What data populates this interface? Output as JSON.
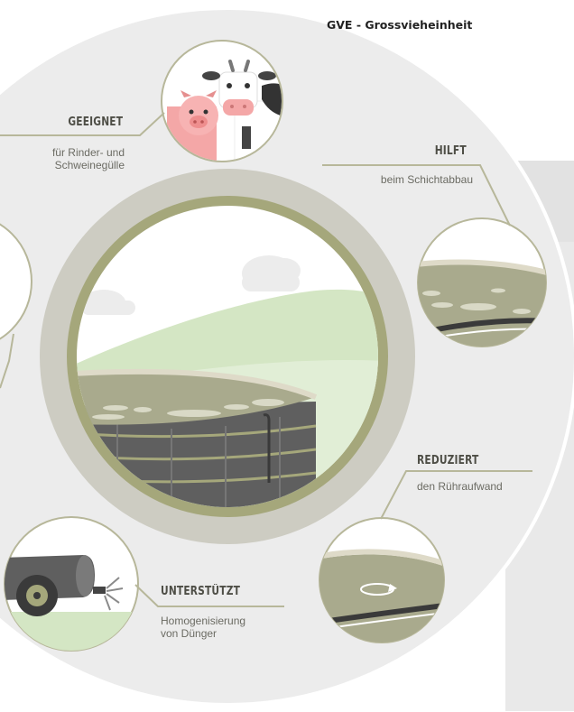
{
  "header": {
    "unit": "GVE - Grossvieheinheit"
  },
  "callouts": {
    "geeignet": {
      "title": "GEEIGNET",
      "desc": [
        "für Rinder- und",
        "Schweinegülle"
      ]
    },
    "hilft": {
      "title": "HILFT",
      "desc": [
        "beim Schichtabbau"
      ]
    },
    "reduziert": {
      "title": "REDUZIERT",
      "desc": [
        "den Rühraufwand"
      ]
    },
    "unterstuetzt": {
      "title": "UNTERSTÜTZT",
      "desc": [
        "Homogenisierung",
        "von Dünger"
      ]
    }
  },
  "icons": {
    "top": "pig-and-cow-icon",
    "right_top": "tank-surface-crust-icon",
    "right_bottom": "tank-stirring-icon",
    "bottom_left": "manure-spreader-icon",
    "center": "slurry-tank-icon"
  },
  "colors": {
    "disc": "#ececec",
    "ring_outer": "#cdccc2",
    "ring_inner": "#a5a77b",
    "slurry": "#a9aa8d",
    "tank": "#5f5f5f",
    "line": "#b7b79a"
  }
}
